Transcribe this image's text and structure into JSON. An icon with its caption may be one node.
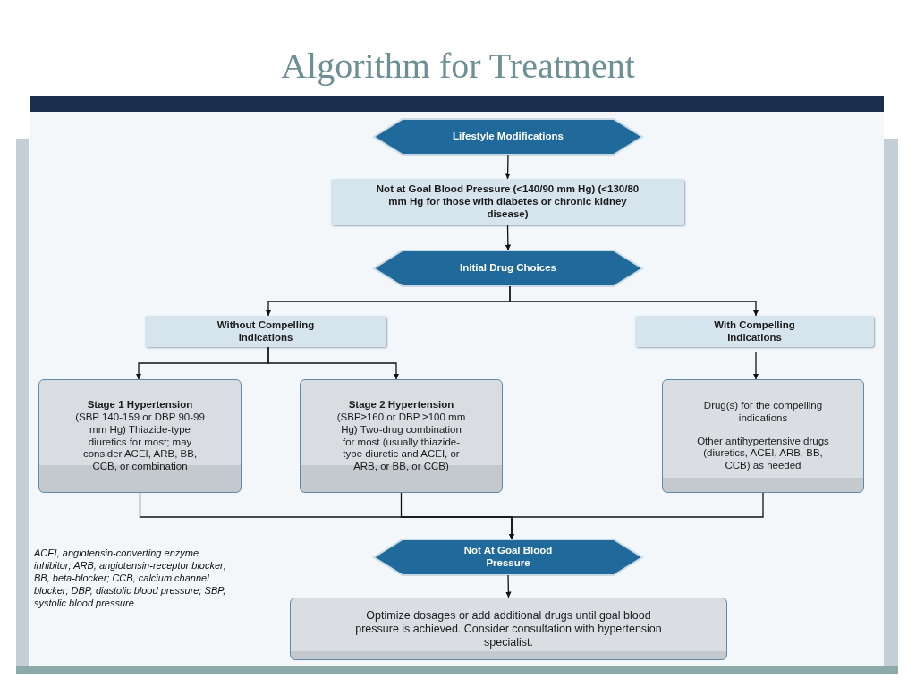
{
  "diagram": {
    "title": "Algorithm for Treatment",
    "nodes": [
      {
        "text": [
          "Lifestyle Modifications"
        ]
      },
      {
        "text": [
          "Not at Goal Blood Pressure (<140/90 mm Hg) (<130/80 mm Hg for those with diabetes or chronic kidney disease)"
        ]
      },
      {
        "text": [
          "Initial Drug Choices"
        ]
      },
      {
        "text": [
          "Without Compelling Indications"
        ]
      },
      {
        "text": [
          "With Compelling Indications"
        ]
      },
      {
        "text": [
          "Stage 1 Hypertension",
          "(SBP 140-159 or DBP 90-99 mm Hg) Thiazide-type diuretics for most; may consider ACEI, ARB, BB, CCB, or combination"
        ]
      },
      {
        "text": [
          "Stage 2 Hypertension",
          "(SBP≥160 or DBP ≥100 mm Hg) Two-drug combination for most (usually thiazide-type diuretic and ACEI, or ARB, or BB, or CCB)"
        ]
      },
      {
        "text": [
          "Drug(s) for the compelling indications",
          "Other antihypertensive drugs (diuretics, ACEI, ARB, BB, CCB) as needed"
        ]
      },
      {
        "text": [
          "Not At Goal Blood Pressure"
        ]
      },
      {
        "text": [
          "Optimize dosages or add additional drugs until goal blood pressure is achieved. Consider consultation with hypertension specialist."
        ]
      }
    ],
    "edges": [
      {
        "from": 0,
        "to": 1,
        "arrow": "to"
      },
      {
        "from": 1,
        "to": 2,
        "arrow": "to"
      },
      {
        "from": 2,
        "to": 3,
        "arrow": "to"
      },
      {
        "from": 2,
        "to": 4,
        "arrow": "to"
      },
      {
        "from": 3,
        "to": 5,
        "arrow": "to"
      },
      {
        "from": 3,
        "to": 6,
        "arrow": "to"
      },
      {
        "from": 4,
        "to": 7,
        "arrow": "to"
      },
      {
        "from": 5,
        "to": 8,
        "arrow": "to"
      },
      {
        "from": 6,
        "to": 8,
        "arrow": "to"
      },
      {
        "from": 7,
        "to": 8,
        "arrow": "to"
      },
      {
        "from": 8,
        "to": 9,
        "arrow": "to"
      }
    ],
    "labels": [
      "ACEI, angiotensin-converting enzyme inhibitor; ARB, angiotensin-receptor blocker; BB, beta-blocker; CCB, calcium channel blocker; DBP, diastolic blood pressure; SBP, systolic blood pressure"
    ]
  }
}
